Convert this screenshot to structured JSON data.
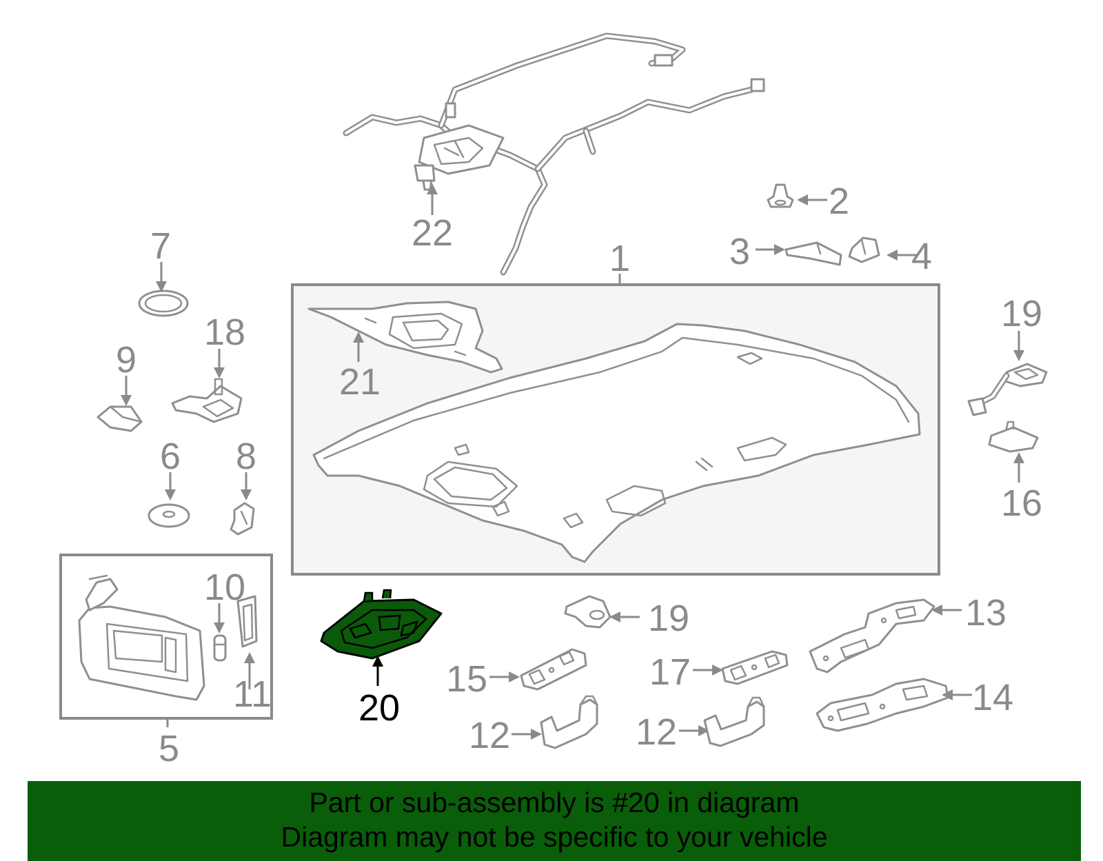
{
  "highlight_color": "#0a5a0a",
  "banner": {
    "background": "#0a5e0a",
    "line1": "Part or sub-assembly is #20 in diagram",
    "line2": "Diagram may not be specific to your vehicle"
  },
  "callouts": {
    "c1": "1",
    "c2": "2",
    "c3": "3",
    "c4": "4",
    "c5": "5",
    "c6": "6",
    "c7": "7",
    "c8": "8",
    "c9": "9",
    "c10": "10",
    "c11": "11",
    "c12a": "12",
    "c12b": "12",
    "c13": "13",
    "c14": "14",
    "c15": "15",
    "c16": "16",
    "c17": "17",
    "c18": "18",
    "c19a": "19",
    "c19b": "19",
    "c20": "20",
    "c21": "21",
    "c22": "22"
  }
}
